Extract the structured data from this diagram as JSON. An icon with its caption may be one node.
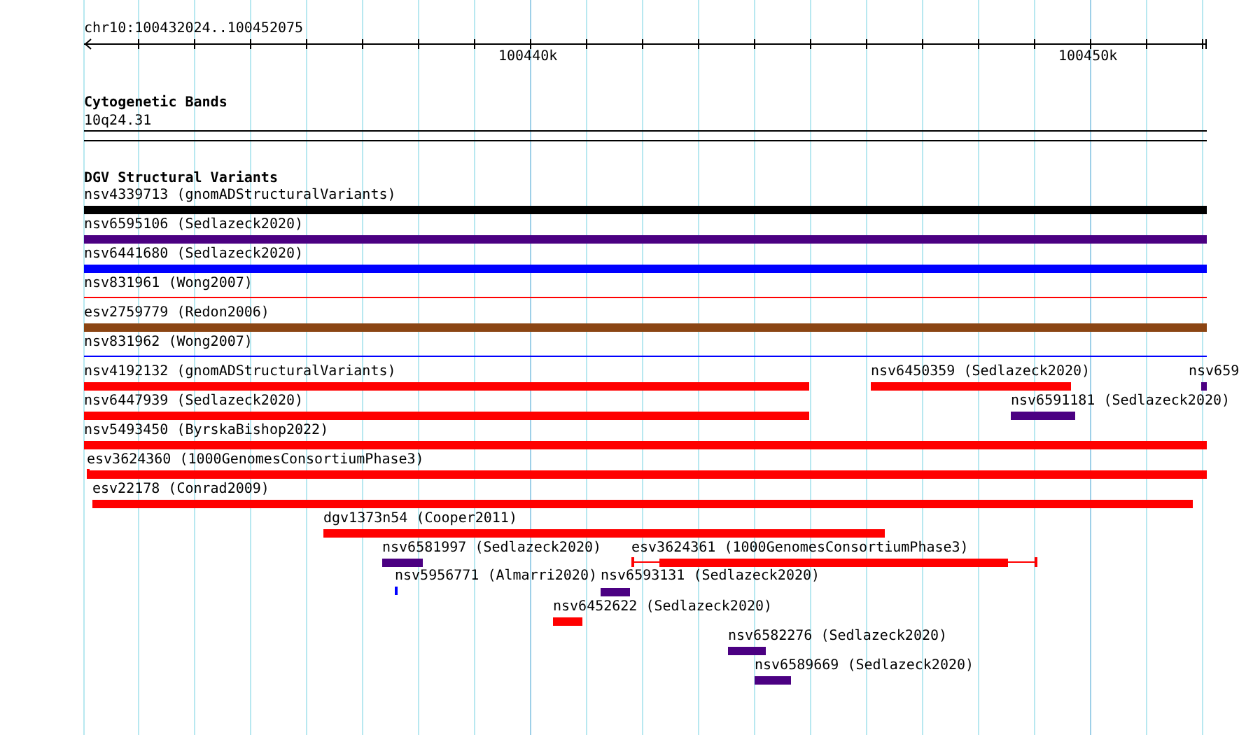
{
  "diagram": {
    "nodes": [
      {
        "text": [
          "nsv4339713 (gnomADStructuralVariants)"
        ]
      },
      {
        "text": [
          "nsv6595106 (Sedlazeck2020)"
        ]
      },
      {
        "text": [
          "nsv6441680 (Sedlazeck2020)"
        ]
      },
      {
        "text": [
          "nsv831961 (Wong2007)"
        ]
      },
      {
        "text": [
          "esv2759779 (Redon2006)"
        ]
      },
      {
        "text": [
          "nsv831962 (Wong2007)"
        ]
      },
      {
        "text": [
          "nsv4192132 (gnomADStructuralVariants)"
        ]
      },
      {
        "text": [
          "nsv6450359 (Sedlazeck2020)"
        ]
      },
      {
        "text": [
          "nsv659"
        ]
      },
      {
        "text": [
          "nsv6447939 (Sedlazeck2020)"
        ]
      },
      {
        "text": [
          "nsv6591181 (Sedlazeck2020)"
        ]
      },
      {
        "text": [
          "nsv5493450 (ByrskaBishop2022)"
        ]
      },
      {
        "text": [
          "esv3624360 (1000GenomesConsortiumPhase3)"
        ]
      },
      {
        "text": [
          "esv22178 (Conrad2009)"
        ]
      },
      {
        "text": [
          "dgv1373n54 (Cooper2011)"
        ]
      },
      {
        "text": [
          "nsv6581997 (Sedlazeck2020)"
        ]
      },
      {
        "text": [
          "esv3624361 (1000GenomesConsortiumPhase3)"
        ]
      },
      {
        "text": [
          "nsv5956771 (Almarri2020)"
        ]
      },
      {
        "text": [
          "nsv6593131 (Sedlazeck2020)"
        ]
      },
      {
        "text": [
          "nsv6452622 (Sedlazeck2020)"
        ]
      },
      {
        "text": [
          "nsv6582276 (Sedlazeck2020)"
        ]
      },
      {
        "text": [
          "nsv6589669 (Sedlazeck2020)"
        ]
      }
    ],
    "labels": [
      "chr10:100432024..100452075",
      "100440k",
      "100450k",
      "Cytogenetic Bands",
      "10q24.31",
      "DGV Structural Variants"
    ]
  }
}
